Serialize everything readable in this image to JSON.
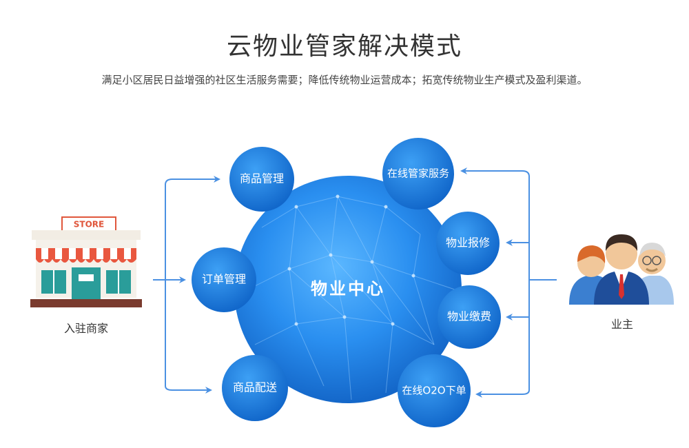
{
  "header": {
    "title": "云物业管家解决模式",
    "subtitle": "满足小区居民日益增强的社区生活服务需要；降低传统物业运营成本；拓宽传统物业生产模式及盈利渠道。"
  },
  "center": {
    "label": "物业中心"
  },
  "left_nodes": {
    "product_mgmt": "商品管理",
    "order_mgmt": "订单管理",
    "product_delivery": "商品配送"
  },
  "right_nodes": {
    "online_steward": "在线管家服务",
    "repair": "物业报修",
    "payment": "物业缴费",
    "o2o_order": "在线O2O下单"
  },
  "actors": {
    "merchant": {
      "label": "入驻商家",
      "sign": "STORE",
      "icon": "storefront-icon"
    },
    "owners": {
      "label": "业主",
      "icon": "people-icon"
    }
  },
  "colors": {
    "node_fill": "#1a7ee0",
    "node_light": "#45a5f5",
    "arrow": "#4a90e2"
  }
}
